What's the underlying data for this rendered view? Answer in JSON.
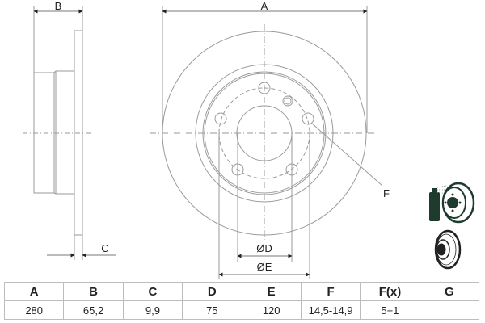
{
  "drawing": {
    "side_view": {
      "dimension_B_label": "B",
      "dimension_C_label": "C"
    },
    "front_view": {
      "dimension_A_label": "A",
      "dimension_D_label": "ØD",
      "dimension_E_label": "ØE",
      "bolt_hole_leader_label": "F",
      "bolt_hole_count": 5
    },
    "icons": [
      {
        "name": "spray-coated-disc-icon",
        "color": "#1e3b2e"
      },
      {
        "name": "brake-disc-perspective-icon",
        "color": "#222222"
      }
    ],
    "line_color": "#9a9a9a"
  },
  "spec_table": {
    "headers": [
      "A",
      "B",
      "C",
      "D",
      "E",
      "F",
      "F(x)",
      "G"
    ],
    "values": [
      "280",
      "65,2",
      "9,9",
      "75",
      "120",
      "14,5-14,9",
      "5+1",
      ""
    ]
  }
}
